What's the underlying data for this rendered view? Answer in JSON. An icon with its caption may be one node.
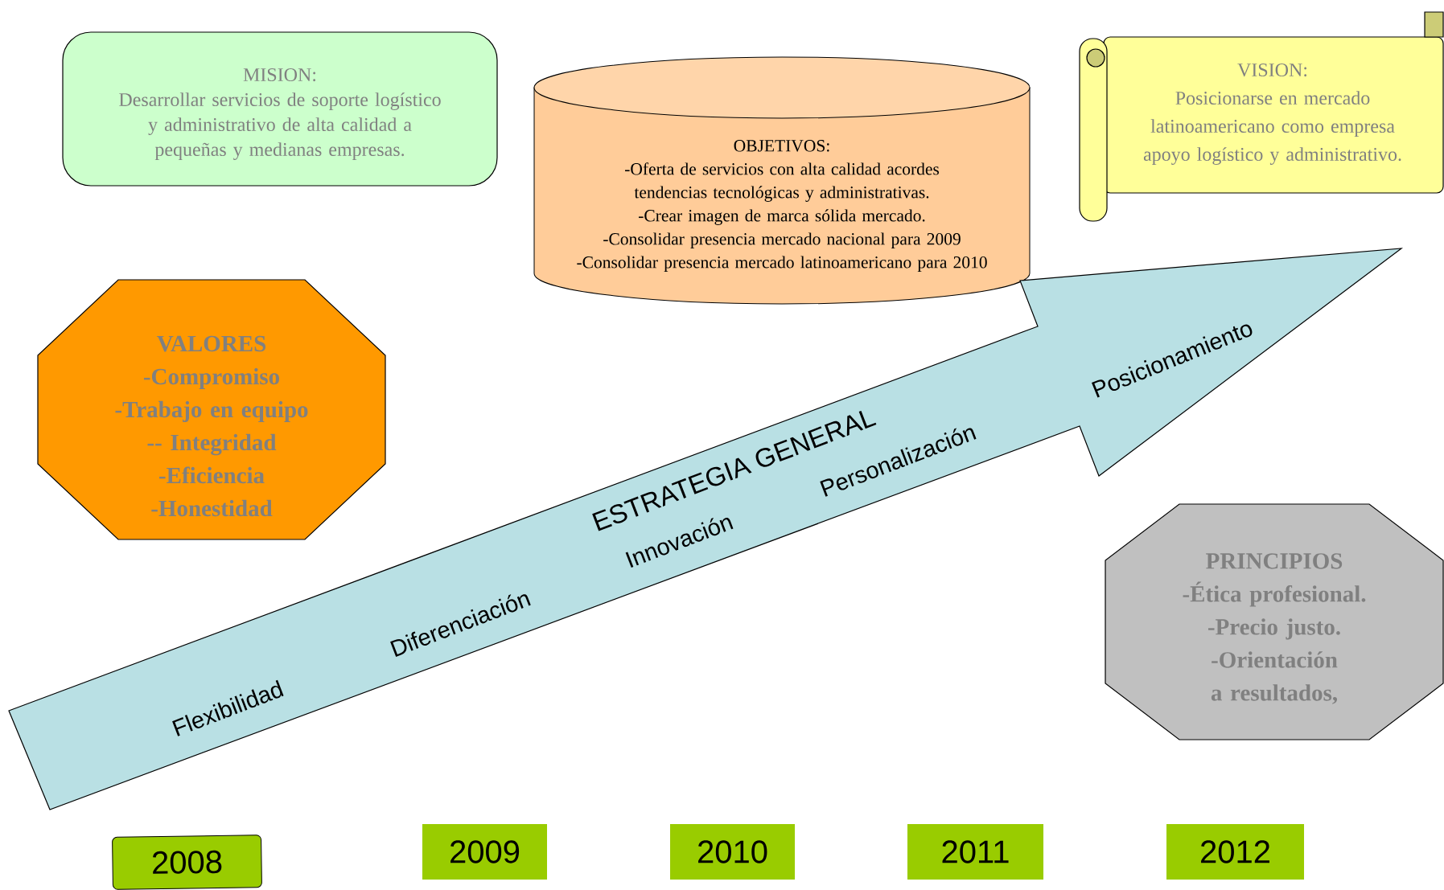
{
  "diagram": {
    "nodes": [
      {
        "text": [
          "MISION:",
          "Desarrollar servicios de soporte logístico y administrativo de alta calidad a pequeñas y medianas empresas."
        ]
      },
      {
        "text": [
          "OBJETIVOS:",
          "-Oferta de servicios con alta calidad acordes tendencias tecnológicas y administrativas.",
          "-Crear imagen de marca sólida mercado.",
          "-Consolidar presencia mercado nacional para 2009",
          "-Consolidar presencia mercado latinoamericano para 2010"
        ]
      },
      {
        "text": [
          "VISION:",
          "Posicionarse en mercado latinoamericano como empresa apoyo logístico y administrativo."
        ]
      },
      {
        "text": [
          "VALORES",
          "-Compromiso",
          "-Trabajo en equipo",
          "-- Integridad",
          "-Eficiencia",
          "-Honestidad"
        ]
      },
      {
        "text": [
          "ESTRATEGIA GENERAL",
          "Flexibilidad",
          "Diferenciación",
          "Innovación",
          "Personalización",
          "Posicionamiento"
        ]
      },
      {
        "text": [
          "PRINCIPIOS",
          "-Ética profesional.",
          "-Precio justo.",
          "-Orientación a resultados,"
        ]
      },
      {
        "text": [
          "2008"
        ]
      },
      {
        "text": [
          "2009"
        ]
      },
      {
        "text": [
          "2010"
        ]
      },
      {
        "text": [
          "2011"
        ]
      },
      {
        "text": [
          "2012"
        ]
      }
    ]
  }
}
